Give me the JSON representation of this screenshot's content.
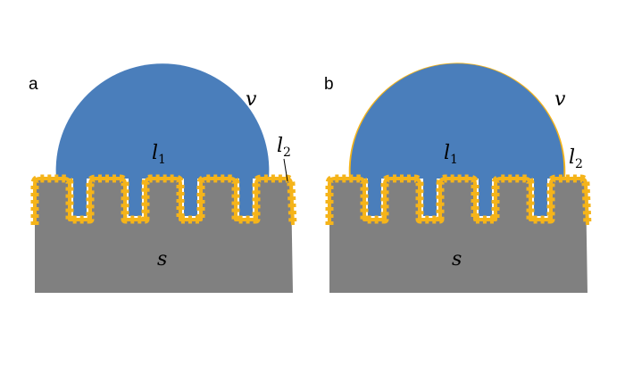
{
  "panels": [
    {
      "id": "a",
      "label": "a",
      "vapor": "v",
      "liquid_main": "l",
      "liquid_main_sub": "1",
      "liquid_film": "l",
      "liquid_film_sub": "2",
      "substrate": "s",
      "film_on_droplet": false
    },
    {
      "id": "b",
      "label": "b",
      "vapor": "v",
      "liquid_main": "l",
      "liquid_main_sub": "1",
      "liquid_film": "l",
      "liquid_film_sub": "2",
      "substrate": "s",
      "film_on_droplet": true
    }
  ],
  "colors": {
    "substrate": "#808080",
    "droplet": "#4a7ebb",
    "film": "#f5b41a"
  }
}
